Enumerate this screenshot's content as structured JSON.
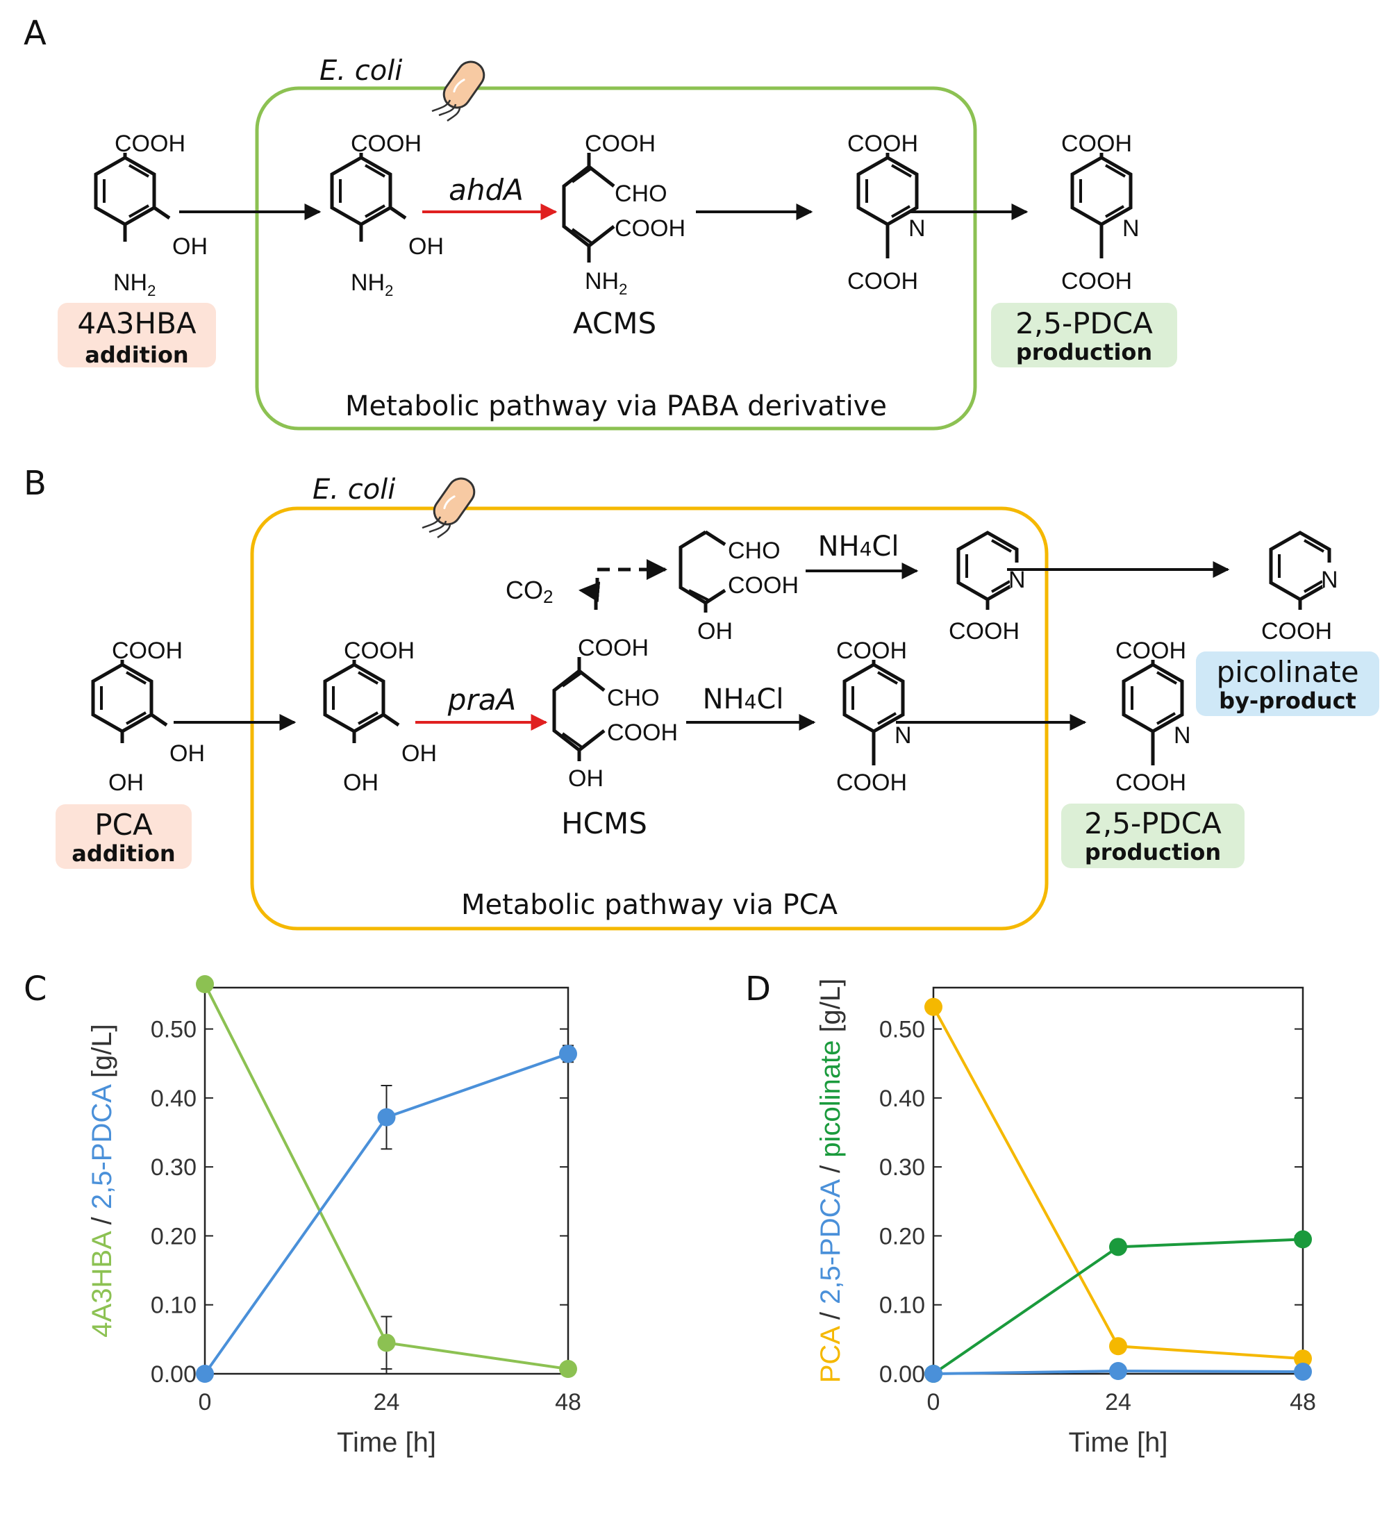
{
  "panels": {
    "a": "A",
    "b": "B",
    "c": "C",
    "d": "D"
  },
  "panel_a": {
    "organism": "E. coli",
    "box_label": "Metabolic pathway via PABA derivative",
    "enzyme": "ahdA",
    "intermediate": "ACMS",
    "substrate": "4A3HBA",
    "substrate_tag": "addition",
    "product": "2,5-PDCA",
    "product_tag": "production"
  },
  "panel_b": {
    "organism": "E. coli",
    "box_label": "Metabolic pathway via PCA",
    "enzyme": "praA",
    "intermediate": "HCMS",
    "reagent": "NH4Cl",
    "co2": "CO2",
    "substrate": "PCA",
    "substrate_tag": "addition",
    "product": "2,5-PDCA",
    "product_tag": "production",
    "byproduct": "picolinate",
    "byproduct_tag": "by-product"
  },
  "groups": {
    "cooh": "COOH",
    "cho": "CHO",
    "oh": "OH",
    "nh2": "NH2",
    "n": "N"
  },
  "colors": {
    "green_box": "#8cc152",
    "yellow_box": "#f5b800",
    "enzyme_red": "#e02020",
    "tag_green": "#2e8b2e",
    "tag_red": "#e0401a",
    "tag_blue": "#1565c0",
    "sub_bg": "#fde3d8",
    "prod_bg": "#dcefd6",
    "by_bg": "#cfe8f7",
    "series_green": "#8cc152",
    "series_blue": "#4a90d9",
    "series_yellow": "#f5b800",
    "series_darkgreen": "#1a9a3c"
  },
  "chart_data": [
    {
      "type": "line",
      "panel": "C",
      "xlabel": "Time [h]",
      "ylabel_parts": [
        "4A3HBA",
        " / ",
        "2,5-PDCA",
        " [g/L]"
      ],
      "xticks": [
        0,
        24,
        48
      ],
      "yticks": [
        "0.00",
        "0.10",
        "0.20",
        "0.30",
        "0.40",
        "0.50"
      ],
      "xlim": [
        0,
        48
      ],
      "ylim": [
        0,
        0.56
      ],
      "series": [
        {
          "name": "4A3HBA",
          "color": "#8cc152",
          "x": [
            0,
            24,
            48
          ],
          "y": [
            0.565,
            0.045,
            0.007
          ],
          "err": [
            0,
            0.038,
            0
          ]
        },
        {
          "name": "2,5-PDCA",
          "color": "#4a90d9",
          "x": [
            0,
            24,
            48
          ],
          "y": [
            0.0,
            0.372,
            0.464
          ],
          "err": [
            0,
            0.046,
            0.012
          ]
        }
      ]
    },
    {
      "type": "line",
      "panel": "D",
      "xlabel": "Time [h]",
      "ylabel_parts": [
        "PCA",
        " / ",
        "2,5-PDCA",
        " / ",
        "picolinate",
        " [g/L]"
      ],
      "xticks": [
        0,
        24,
        48
      ],
      "yticks": [
        "0.00",
        "0.10",
        "0.20",
        "0.30",
        "0.40",
        "0.50"
      ],
      "xlim": [
        0,
        48
      ],
      "ylim": [
        0,
        0.56
      ],
      "series": [
        {
          "name": "PCA",
          "color": "#f5b800",
          "x": [
            0,
            24,
            48
          ],
          "y": [
            0.532,
            0.04,
            0.022
          ],
          "err": [
            0,
            0,
            0
          ]
        },
        {
          "name": "picolinate",
          "color": "#1a9a3c",
          "x": [
            0,
            24,
            48
          ],
          "y": [
            0.0,
            0.184,
            0.195
          ],
          "err": [
            0,
            0,
            0
          ]
        },
        {
          "name": "2,5-PDCA",
          "color": "#4a90d9",
          "x": [
            0,
            24,
            48
          ],
          "y": [
            0.0,
            0.004,
            0.003
          ],
          "err": [
            0,
            0,
            0
          ]
        }
      ]
    }
  ]
}
